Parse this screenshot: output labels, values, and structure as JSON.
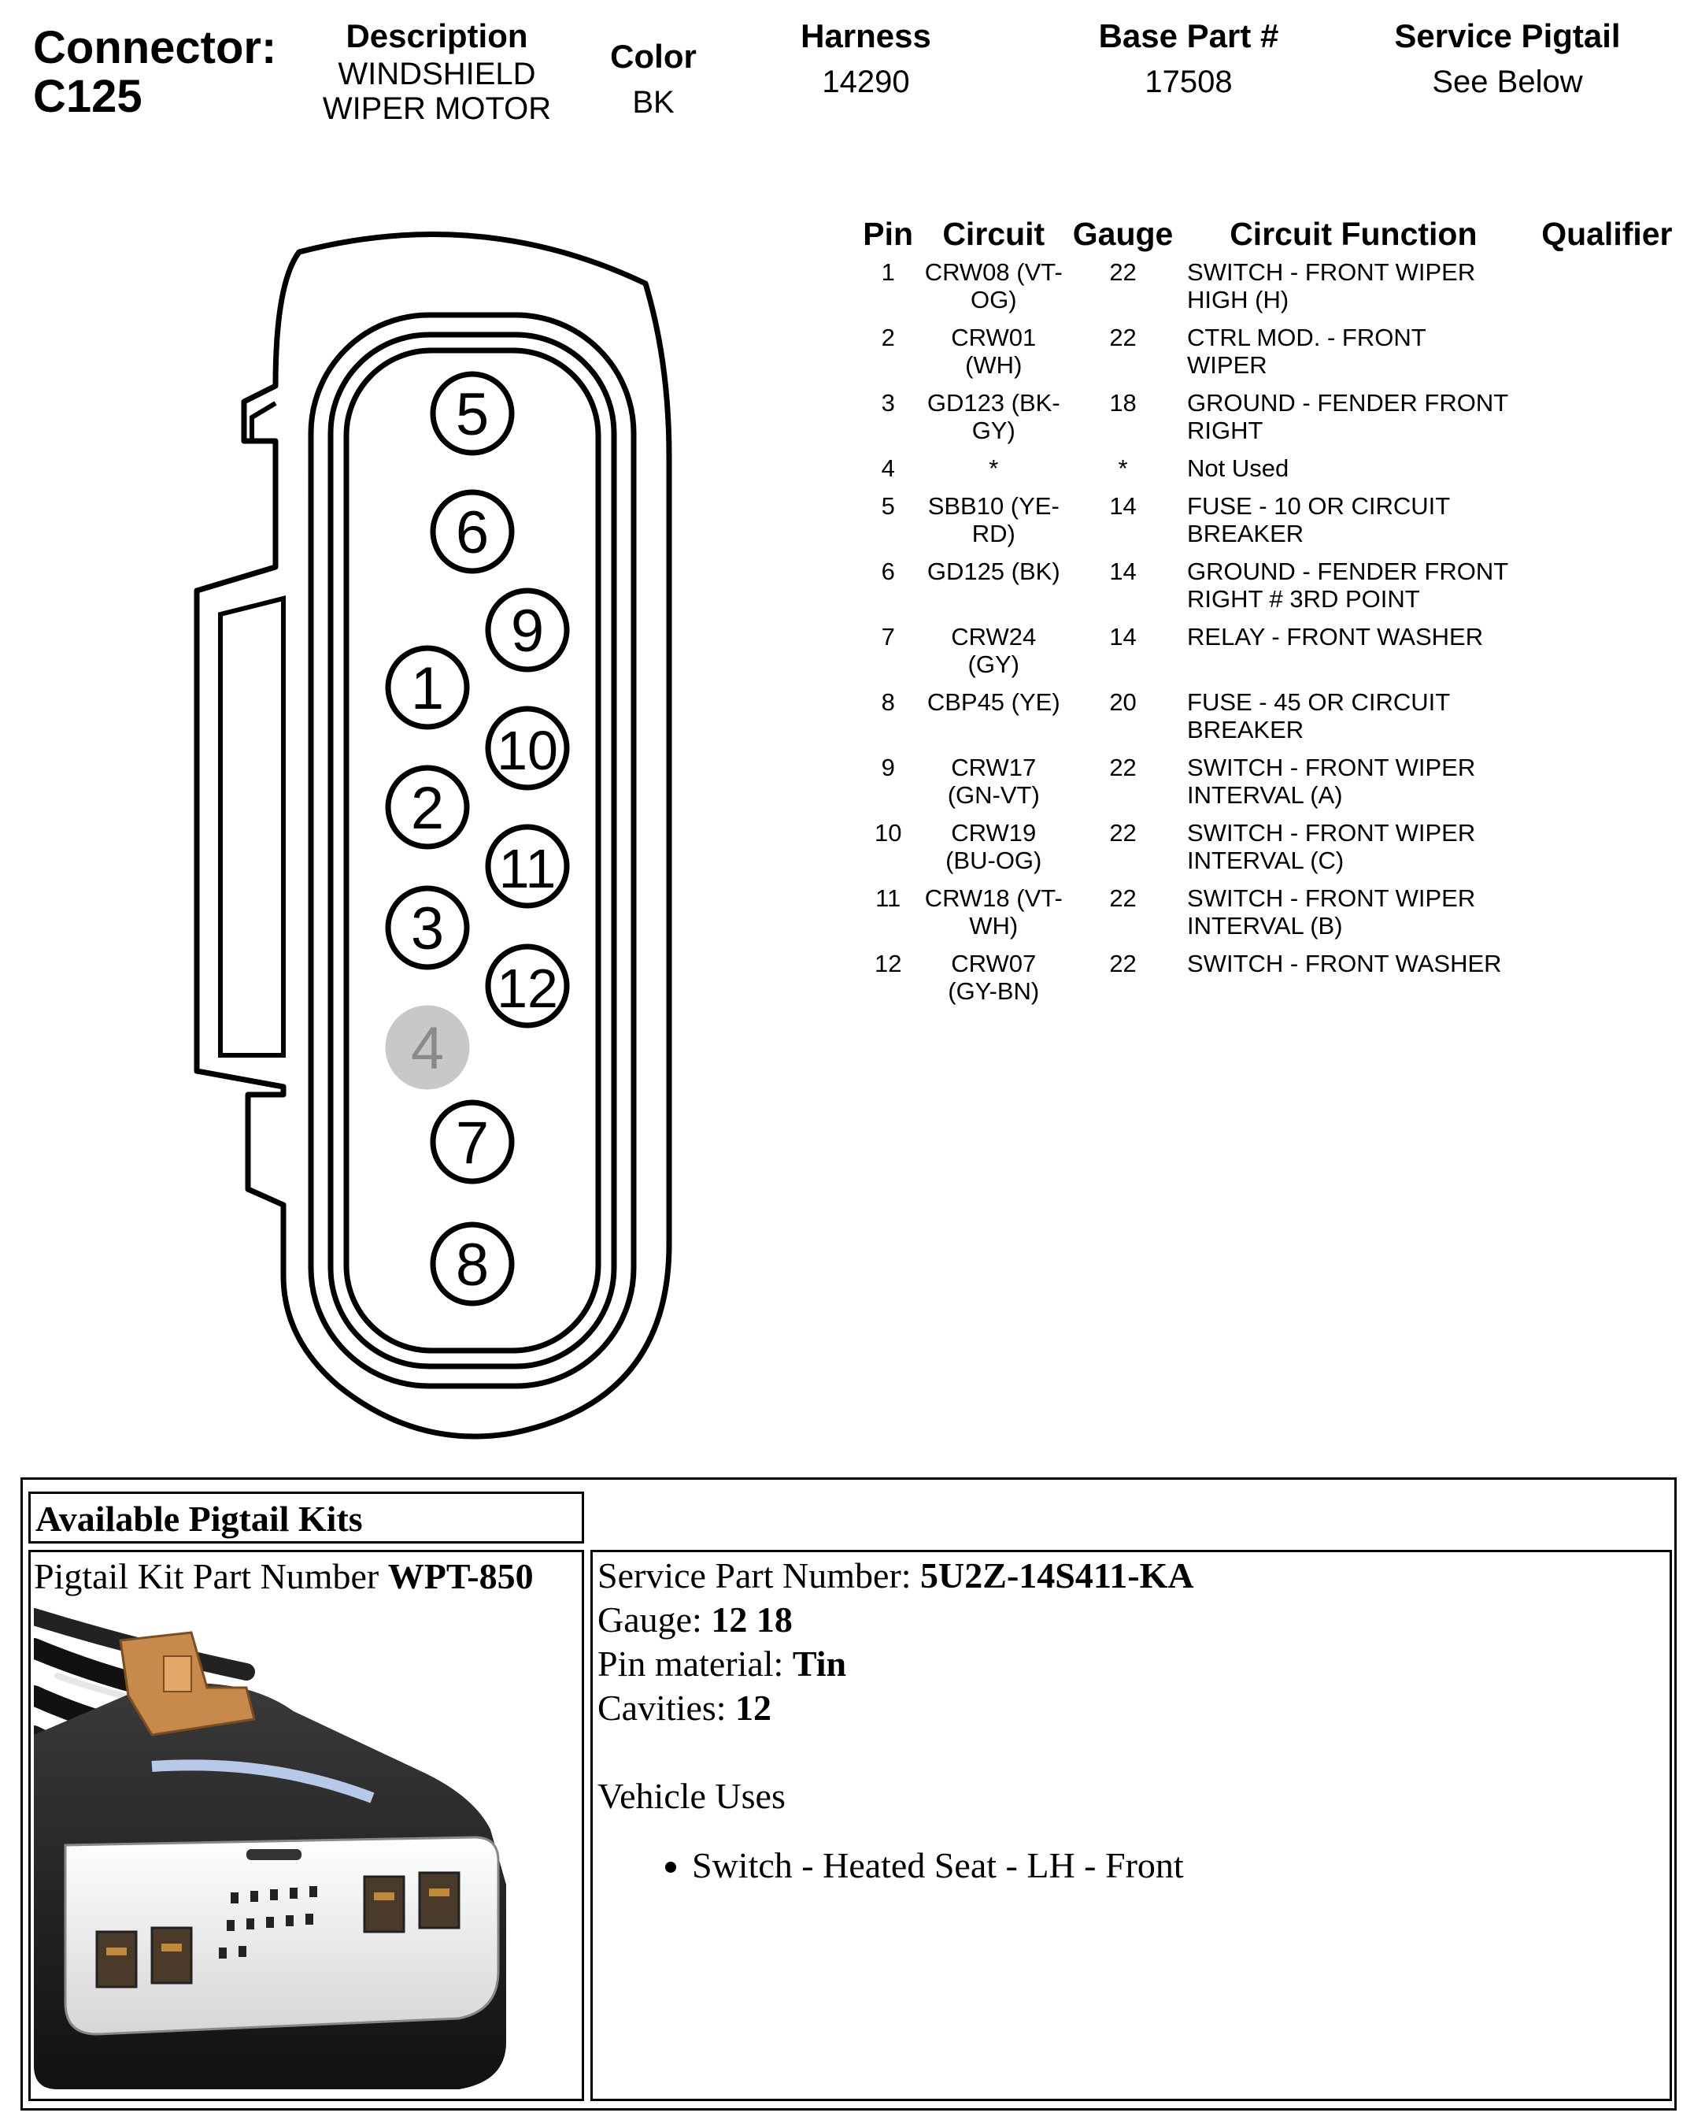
{
  "header": {
    "connector_label": "Connector:",
    "connector_id": "C125",
    "description_label": "Description",
    "description_line1": "WINDSHIELD",
    "description_line2": "WIPER MOTOR",
    "color_label": "Color",
    "color_value": "BK",
    "harness_label": "Harness",
    "harness_value": "14290",
    "base_part_label": "Base Part #",
    "base_part_value": "17508",
    "service_pigtail_label": "Service Pigtail",
    "service_pigtail_value": "See Below"
  },
  "connector_face": {
    "pins": [
      "5",
      "6",
      "9",
      "1",
      "10",
      "2",
      "11",
      "3",
      "12",
      "4",
      "7",
      "8"
    ],
    "unused_pin": "4",
    "colors": {
      "outline": "#000000",
      "unused_fill": "#c8c8c8",
      "unused_text": "#8a8a8a"
    }
  },
  "pin_table": {
    "headers": {
      "pin": "Pin",
      "circuit": "Circuit",
      "gauge": "Gauge",
      "function": "Circuit Function",
      "qualifier": "Qualifier"
    },
    "rows": [
      {
        "pin": "1",
        "circuit_a": "CRW08 (VT-",
        "circuit_b": "OG)",
        "gauge": "22",
        "func_a": "SWITCH - FRONT WIPER",
        "func_b": "HIGH (H)"
      },
      {
        "pin": "2",
        "circuit_a": "CRW01",
        "circuit_b": "(WH)",
        "gauge": "22",
        "func_a": "CTRL MOD. - FRONT",
        "func_b": "WIPER"
      },
      {
        "pin": "3",
        "circuit_a": "GD123 (BK-",
        "circuit_b": "GY)",
        "gauge": "18",
        "func_a": "GROUND - FENDER FRONT",
        "func_b": "RIGHT"
      },
      {
        "pin": "4",
        "circuit_a": "*",
        "circuit_b": "",
        "gauge": "*",
        "func_a": "Not Used",
        "func_b": ""
      },
      {
        "pin": "5",
        "circuit_a": "SBB10 (YE-",
        "circuit_b": "RD)",
        "gauge": "14",
        "func_a": "FUSE - 10 OR CIRCUIT",
        "func_b": "BREAKER"
      },
      {
        "pin": "6",
        "circuit_a": "GD125 (BK)",
        "circuit_b": "",
        "gauge": "14",
        "func_a": "GROUND - FENDER FRONT",
        "func_b": "RIGHT # 3RD POINT"
      },
      {
        "pin": "7",
        "circuit_a": "CRW24",
        "circuit_b": "(GY)",
        "gauge": "14",
        "func_a": "RELAY - FRONT WASHER",
        "func_b": ""
      },
      {
        "pin": "8",
        "circuit_a": "CBP45 (YE)",
        "circuit_b": "",
        "gauge": "20",
        "func_a": "FUSE - 45 OR CIRCUIT",
        "func_b": "BREAKER"
      },
      {
        "pin": "9",
        "circuit_a": "CRW17",
        "circuit_b": "(GN-VT)",
        "gauge": "22",
        "func_a": "SWITCH - FRONT WIPER",
        "func_b": "INTERVAL (A)"
      },
      {
        "pin": "10",
        "circuit_a": "CRW19",
        "circuit_b": "(BU-OG)",
        "gauge": "22",
        "func_a": "SWITCH - FRONT WIPER",
        "func_b": "INTERVAL (C)"
      },
      {
        "pin": "11",
        "circuit_a": "CRW18 (VT-",
        "circuit_b": "WH)",
        "gauge": "22",
        "func_a": "SWITCH - FRONT WIPER",
        "func_b": "INTERVAL (B)"
      },
      {
        "pin": "12",
        "circuit_a": "CRW07",
        "circuit_b": "(GY-BN)",
        "gauge": "22",
        "func_a": "SWITCH - FRONT WASHER",
        "func_b": ""
      }
    ]
  },
  "pigtail_kits": {
    "title": "Available Pigtail Kits",
    "kit_part_label": "Pigtail Kit Part Number",
    "kit_part_value": "WPT-850",
    "service_part_label": "Service Part Number:",
    "service_part_value": "5U2Z-14S411-KA",
    "gauge_label": "Gauge:",
    "gauge_value": "12 18",
    "pin_material_label": "Pin material:",
    "pin_material_value": "Tin",
    "cavities_label": "Cavities:",
    "cavities_value": "12",
    "vehicle_uses_label": "Vehicle Uses",
    "vehicle_uses": [
      "Switch - Heated Seat - LH - Front"
    ],
    "photo_colors": {
      "housing": "#1e1e1e",
      "face": "#f2f2f2",
      "latch": "#c88a4a",
      "wire_blue": "#b7c8e8"
    }
  }
}
